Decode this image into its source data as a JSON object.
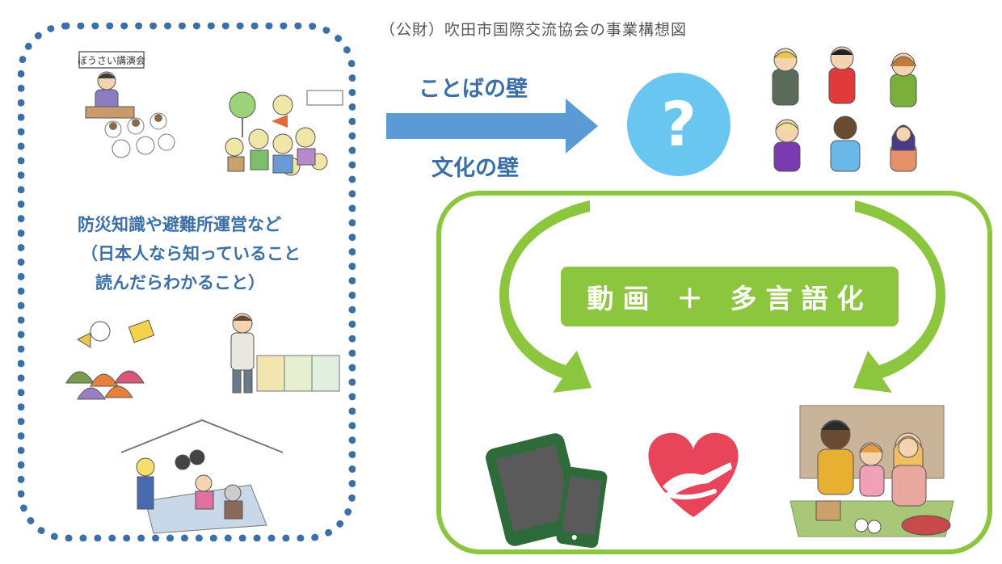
{
  "header": {
    "title": "（公財）吹田市国際交流協会の事業構想図"
  },
  "left_panel": {
    "illustration_sign": "ぼうさい講演会",
    "lines": [
      "防災知識や避難所運営など",
      "（日本人なら知っていること",
      "読んだらわかること）"
    ]
  },
  "barrier": {
    "label_language": "ことばの壁",
    "label_culture": "文化の壁",
    "symbol": "?"
  },
  "solution": {
    "banner": "動画 ＋ 多言語化"
  },
  "colors": {
    "blue": "#3a6fa8",
    "arrow_blue": "#5b9bd5",
    "question_blue": "#69c6f0",
    "green": "#8cc63f",
    "heart_red": "#e8455a"
  },
  "icons": [
    "tablet-icon",
    "smartphone-icon",
    "heart-hands-icon",
    "family-shelter-illustration"
  ]
}
